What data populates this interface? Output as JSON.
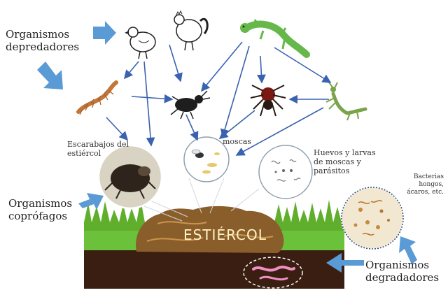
{
  "labels": {
    "predators": "Organismos depredadores",
    "coprophages": "Organismos coprófagos",
    "degraders": "Organismos degradadores",
    "dung_beetles": "Escarabajos del estiércol",
    "flies": "moscas",
    "eggs_larvae": "Huevos y larvas de moscas y parásitos",
    "bacteria": "Bacterias hongos, ácaros, etc.",
    "manure": "ESTIÉRCOL"
  },
  "colors": {
    "arrow_blue": "#3a62b0",
    "pointer_blue": "#5b9bd5",
    "manure_brown": "#8a5e2b",
    "grass_green": "#5fae2c",
    "soil_dark": "#3a1e12",
    "lizard_green": "#66b84a"
  },
  "icons": [
    "hen-icon",
    "rooster-icon",
    "lizard-icon",
    "centipede-icon",
    "ground-beetle-icon",
    "spider-icon",
    "mantis-icon",
    "dung-beetle-icon",
    "worm-icon"
  ]
}
